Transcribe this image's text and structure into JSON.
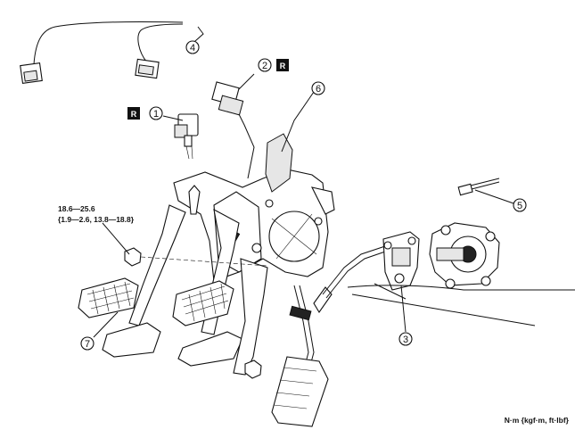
{
  "callouts": [
    {
      "id": "callout-1",
      "label": "1"
    },
    {
      "id": "callout-2",
      "label": "2"
    },
    {
      "id": "callout-3",
      "label": "3"
    },
    {
      "id": "callout-4",
      "label": "4"
    },
    {
      "id": "callout-5",
      "label": "5"
    },
    {
      "id": "callout-6",
      "label": "6"
    },
    {
      "id": "callout-7",
      "label": "7"
    }
  ],
  "replace_marks": {
    "part1": "R",
    "part2": "R"
  },
  "torque_spec": {
    "line1": "18.6—25.6",
    "line2": "{1.9—2.6, 13.8—18.8}"
  },
  "units_note": "N·m {kgf·m, ft·lbf}"
}
